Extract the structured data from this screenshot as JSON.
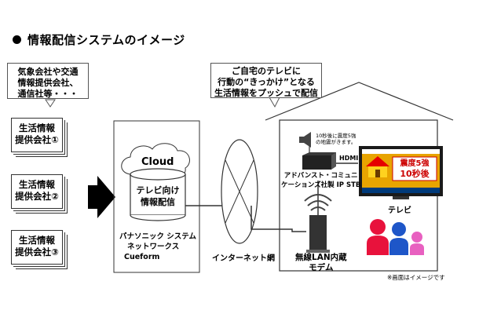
{
  "title": "情報配信システムのイメージ",
  "source_bubble": [
    "気象会社や交通",
    "情報提供会社、",
    "通信社等・・・"
  ],
  "providers": [
    {
      "line1": "生活情報",
      "line2": "提供会社①"
    },
    {
      "line1": "生活情報",
      "line2": "提供会社②"
    },
    {
      "line1": "生活情報",
      "line2": "提供会社③"
    }
  ],
  "cloud": {
    "label": "Cloud",
    "cylinder_line1": "テレビ向け",
    "cylinder_line2": "情報配信"
  },
  "panasonic": {
    "line1": "パナソニック システム",
    "line2": "ネットワークス",
    "line3": "Cueform"
  },
  "internet": "インターネット網",
  "home_bubble": [
    "ご自宅のテレビに",
    "行動の“きっかけ”となる",
    "生活情報をプッシュで配信"
  ],
  "speaker_note": [
    "10秒後に震度5強",
    "の地震がきます。"
  ],
  "hdmi": "HDMI",
  "stb": {
    "line1": "アドバンスト・コミュニ",
    "line2": "ケーションズ社製 IP STB"
  },
  "tv": {
    "label": "テレビ",
    "alert_line1": "震度5強",
    "alert_line2": "10秒後"
  },
  "modem": {
    "line1": "無線LAN内蔵",
    "line2": "モデム"
  },
  "footnote": "※画面はイメージです",
  "colors": {
    "tv_screen": "#e8a400",
    "alert_red": "#cc0000",
    "person_red": "#e8123c",
    "person_blue": "#1e56c8",
    "person_pink": "#e860c0",
    "house_yellow": "#ffd21f"
  }
}
